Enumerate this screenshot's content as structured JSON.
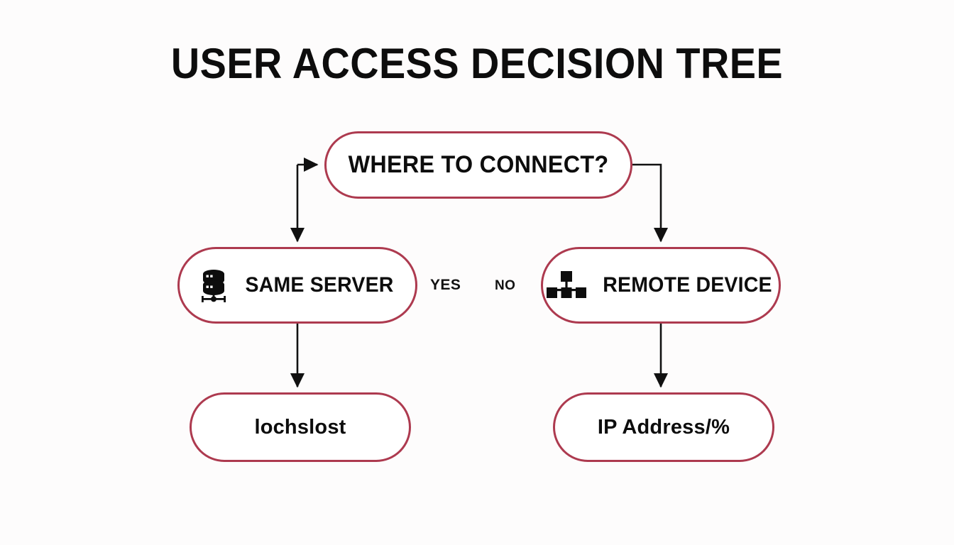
{
  "page": {
    "title": "USER ACCESS DECISION TREE",
    "background_color": "#fdfcfc",
    "accent_color": "#ad3a4f",
    "text_color": "#0d0d0d",
    "connector_color": "#111111"
  },
  "nodes": {
    "root": {
      "label": "WHERE TO CONNECT?",
      "shape": "pill",
      "border_color": "#ad3a4f"
    },
    "left_branch": {
      "label": "SAME SERVER",
      "icon": "database-server-icon",
      "shape": "pill",
      "border_color": "#ad3a4f"
    },
    "right_branch": {
      "label": "REMOTE DEVICE",
      "icon": "network-sitemap-icon",
      "shape": "pill",
      "border_color": "#ad3a4f"
    },
    "left_leaf": {
      "label": "lochslost",
      "shape": "pill",
      "border_color": "#ad3a4f"
    },
    "right_leaf": {
      "label": "IP Address/%",
      "shape": "pill",
      "border_color": "#ad3a4f"
    }
  },
  "edge_labels": {
    "yes": "YES",
    "no": "NO"
  },
  "chart_data": {
    "type": "table",
    "title": "USER ACCESS DECISION TREE",
    "categories": [
      "WHERE TO CONNECT?",
      "SAME SERVER",
      "REMOTE DEVICE",
      "lochslost",
      "IP Address/%"
    ],
    "edges": [
      {
        "from": "WHERE TO CONNECT?",
        "to": "SAME SERVER",
        "label": "YES"
      },
      {
        "from": "WHERE TO CONNECT?",
        "to": "REMOTE DEVICE",
        "label": "NO"
      },
      {
        "from": "SAME SERVER",
        "to": "lochslost",
        "label": ""
      },
      {
        "from": "REMOTE DEVICE",
        "to": "IP Address/%",
        "label": ""
      }
    ]
  }
}
